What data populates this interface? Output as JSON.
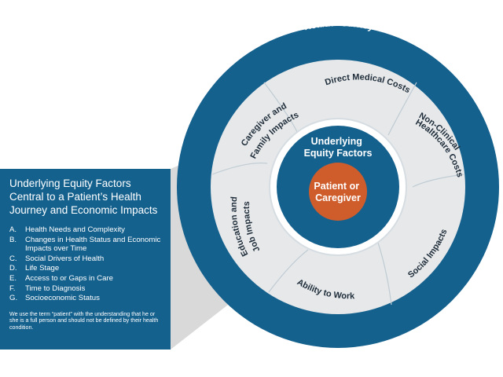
{
  "colors": {
    "dark_blue": "#15618e",
    "ring_gray": "#e6e8ea",
    "orange": "#cf5c2b",
    "shadow_gray": "#d9d9d9",
    "divider": "#b9c6cf"
  },
  "diagram": {
    "outer_ring_label": "Health Journey",
    "segments": [
      "Direct Medical Costs",
      "Non-Clinical Healthcare Costs",
      "Social Impacts",
      "Ability to Work",
      "Education and Job Impacts",
      "Caregiver and Family Impacts"
    ],
    "inner_label": [
      "Underlying",
      "Equity Factors"
    ],
    "center_label": [
      "Patient or",
      "Caregiver"
    ]
  },
  "info_panel": {
    "title": "Underlying Equity Factors Central to a Patient’s Health Journey and Economic Impacts",
    "items": [
      {
        "letter": "A.",
        "text": "Health Needs and Complexity"
      },
      {
        "letter": "B.",
        "text": "Changes in Health Status and Economic Impacts over Time"
      },
      {
        "letter": "C.",
        "text": "Social Drivers of Health"
      },
      {
        "letter": "D.",
        "text": "Life Stage"
      },
      {
        "letter": "E.",
        "text": "Access to or Gaps in Care"
      },
      {
        "letter": "F.",
        "text": "Time to Diagnosis"
      },
      {
        "letter": "G.",
        "text": "Socioeconomic Status"
      }
    ],
    "note": "We use the term “patient” with the understanding that he or she is a full person and should not be defined by their health condition."
  }
}
